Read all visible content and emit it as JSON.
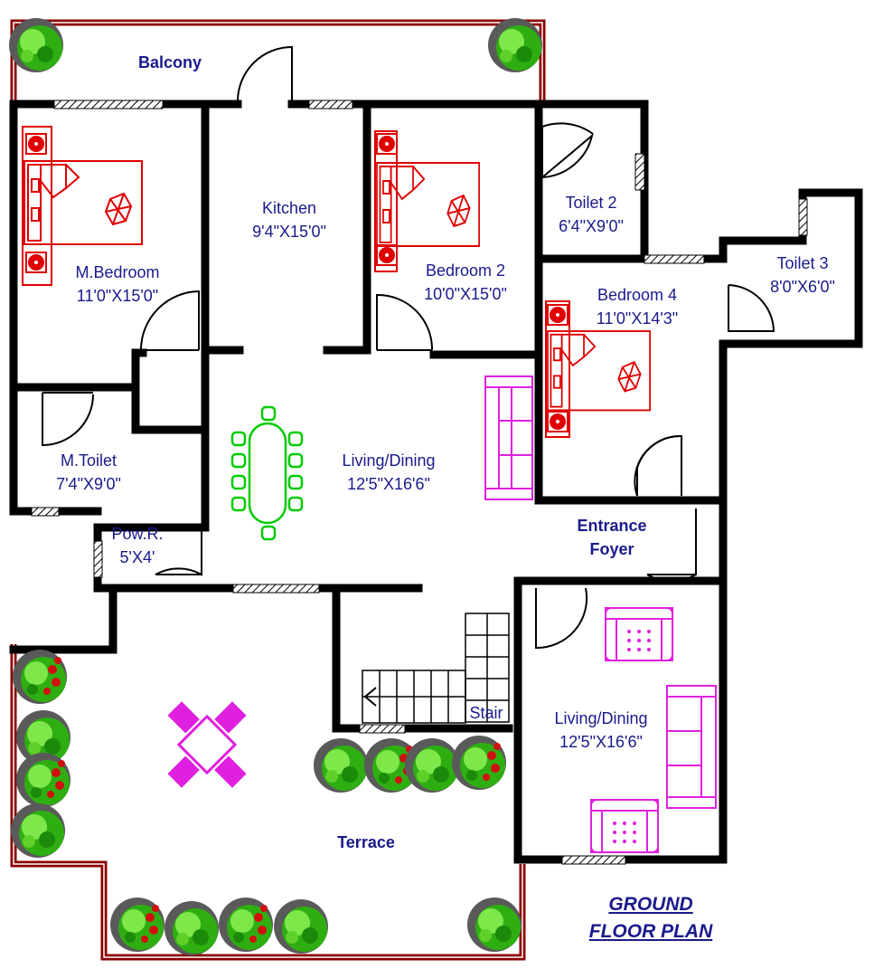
{
  "rooms": {
    "balcony": {
      "name": "Balcony"
    },
    "kitchen": {
      "name": "Kitchen",
      "size": "9'4\"X15'0\""
    },
    "toilet2": {
      "name": "Toilet 2",
      "size": "6'4\"X9'0\""
    },
    "toilet3": {
      "name": "Toilet 3",
      "size": "8'0\"X6'0\""
    },
    "master_bedroom": {
      "name": "M.Bedroom",
      "size": "11'0\"X15'0\""
    },
    "bedroom2": {
      "name": "Bedroom 2",
      "size": "10'0\"X15'0\""
    },
    "bedroom4": {
      "name": "Bedroom 4",
      "size": "11'0\"X14'3\""
    },
    "master_toilet": {
      "name": "M.Toilet",
      "size": "7'4\"X9'0\""
    },
    "living_dining_1": {
      "name": "Living/Dining",
      "size": "12'5\"X16'6\""
    },
    "powder_room": {
      "name": "Pow.R.",
      "size": "5'X4'"
    },
    "entrance_foyer": {
      "name_line1": "Entrance",
      "name_line2": "Foyer"
    },
    "stair": {
      "name": "Stair"
    },
    "living_dining_2": {
      "name": "Living/Dining",
      "size": "12'5\"X16'6\""
    },
    "terrace": {
      "name": "Terrace"
    }
  },
  "title": {
    "line1": "GROUND",
    "line2": "FLOOR PLAN"
  },
  "colors": {
    "wall": "#000000",
    "parapet": "#8b0000",
    "text": "#1a1a8c",
    "bed": "#e00000",
    "dining": "#00cc00",
    "sofa": "#e020e0",
    "tree_dark": "#606060",
    "tree_green": "#33cc00",
    "tree_red": "#d01010"
  }
}
